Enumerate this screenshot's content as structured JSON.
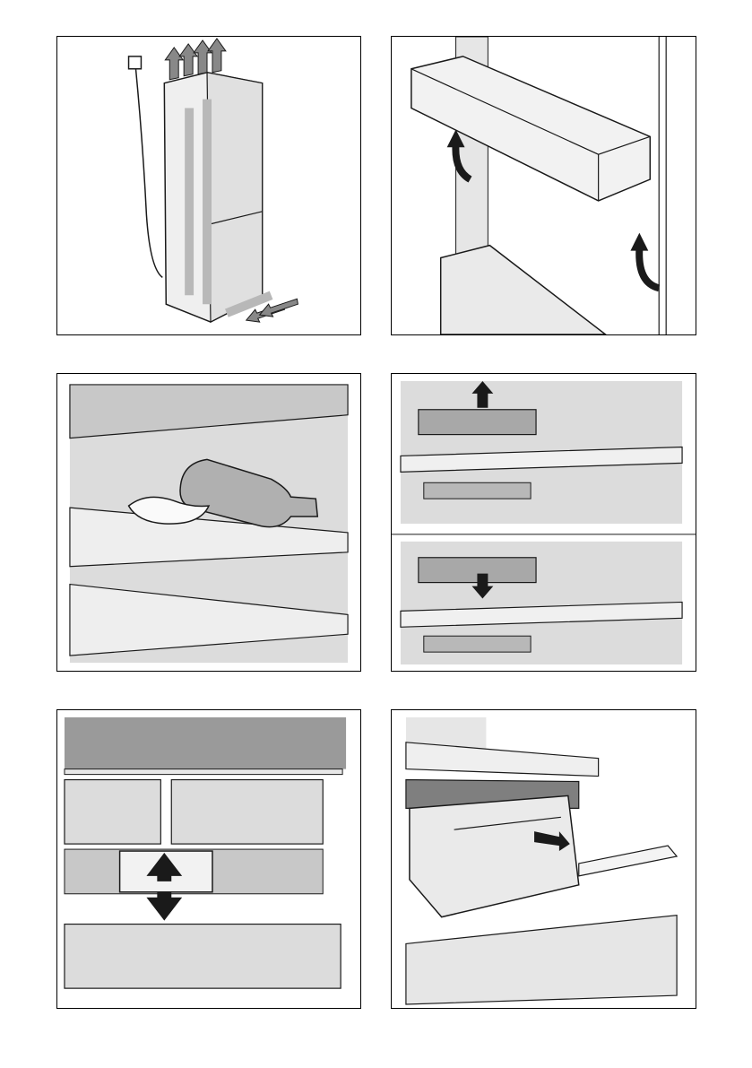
{
  "figures": [
    {
      "id": "fig-1",
      "subject": "ventilation-airflow"
    },
    {
      "id": "fig-2",
      "subject": "door-shelf-removal"
    },
    {
      "id": "fig-3",
      "subject": "bottle-rack"
    },
    {
      "id": "fig-4",
      "subject": "shelf-divider-adjust"
    },
    {
      "id": "fig-5",
      "subject": "drawer-divider-adjust"
    },
    {
      "id": "fig-6",
      "subject": "drawer-removal"
    }
  ],
  "colors": {
    "line": "#1a1a1a",
    "panel_gray": "#d4d4d4",
    "panel_light": "#e6e6e6",
    "panel_dark": "#9a9a9a",
    "arrow": "#1a1a1a",
    "airflow": "#b8b8b8"
  }
}
